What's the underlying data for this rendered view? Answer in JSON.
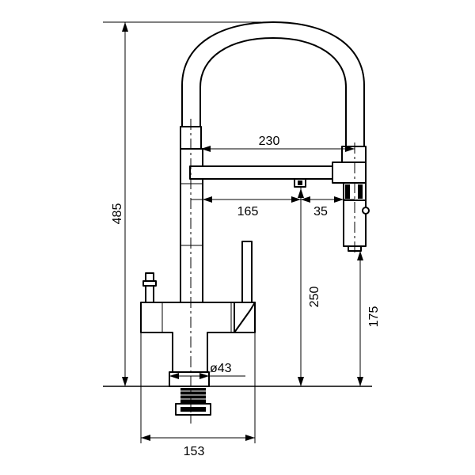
{
  "dimensions": {
    "d485": "485",
    "d230": "230",
    "d165": "165",
    "d35": "35",
    "d250": "250",
    "d175": "175",
    "d43": "ø43",
    "d153": "153"
  }
}
